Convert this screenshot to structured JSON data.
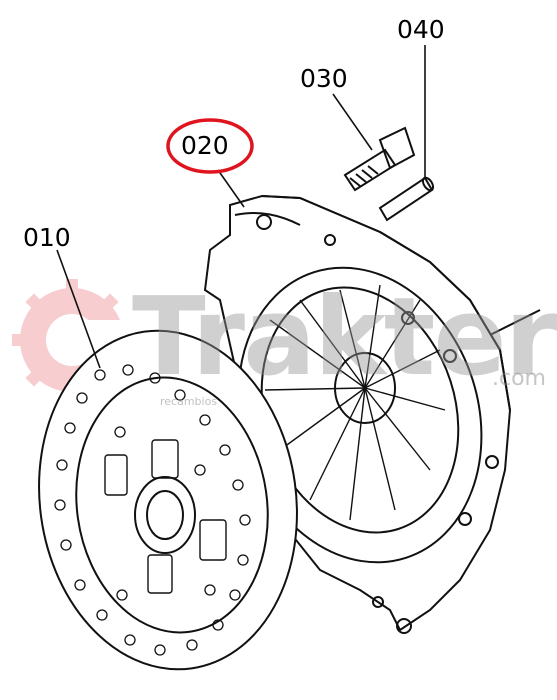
{
  "labels": {
    "part_040": "040",
    "part_030": "030",
    "part_020": "020",
    "part_010": "010"
  },
  "watermark": {
    "brand": "Trakter",
    "domain": ".com",
    "subtitle": "recambios"
  },
  "highlight_color": "#e0141e",
  "watermark_color": "#f2a5a8"
}
